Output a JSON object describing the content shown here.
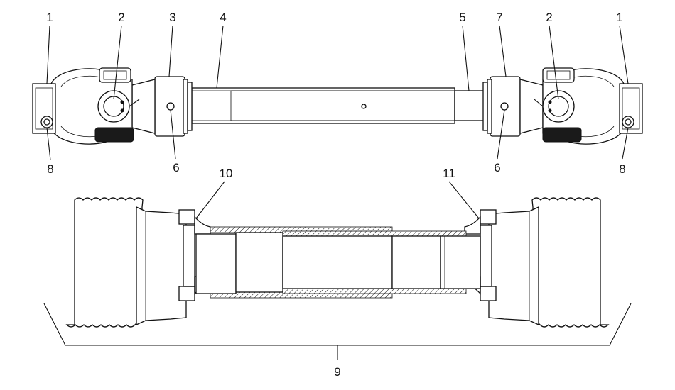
{
  "callouts": [
    {
      "key": "c1a",
      "text": "1"
    },
    {
      "key": "c2a",
      "text": "2"
    },
    {
      "key": "c3",
      "text": "3"
    },
    {
      "key": "c4",
      "text": "4"
    },
    {
      "key": "c5",
      "text": "5"
    },
    {
      "key": "c7",
      "text": "7"
    },
    {
      "key": "c2b",
      "text": "2"
    },
    {
      "key": "c1b",
      "text": "1"
    },
    {
      "key": "c8a",
      "text": "8"
    },
    {
      "key": "c6a",
      "text": "6"
    },
    {
      "key": "c6b",
      "text": "6"
    },
    {
      "key": "c8b",
      "text": "8"
    },
    {
      "key": "c10",
      "text": "10"
    },
    {
      "key": "c11",
      "text": "11"
    },
    {
      "key": "c9",
      "text": "9"
    }
  ],
  "icons": {
    "left_joint": "universal-joint-icon",
    "right_joint": "universal-joint-icon",
    "guard": "protective-guard-icon"
  }
}
